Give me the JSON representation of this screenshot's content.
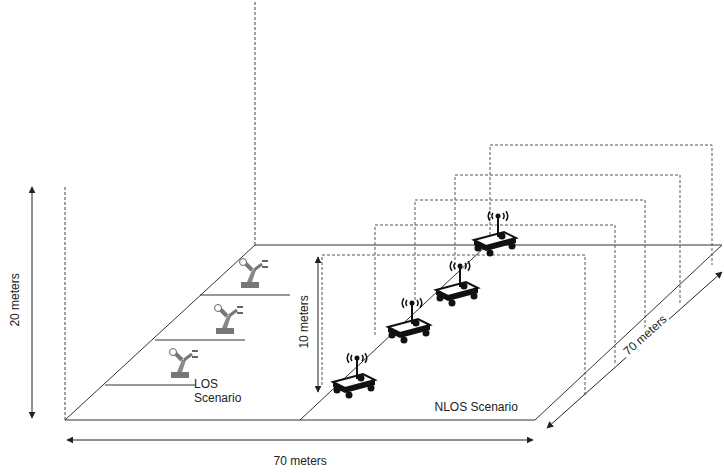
{
  "diagram": {
    "labels": [
      "20 meters",
      "10 meters",
      "LOS Scenario",
      "NLOS Scenario",
      "70 meters",
      "70 meters"
    ]
  }
}
